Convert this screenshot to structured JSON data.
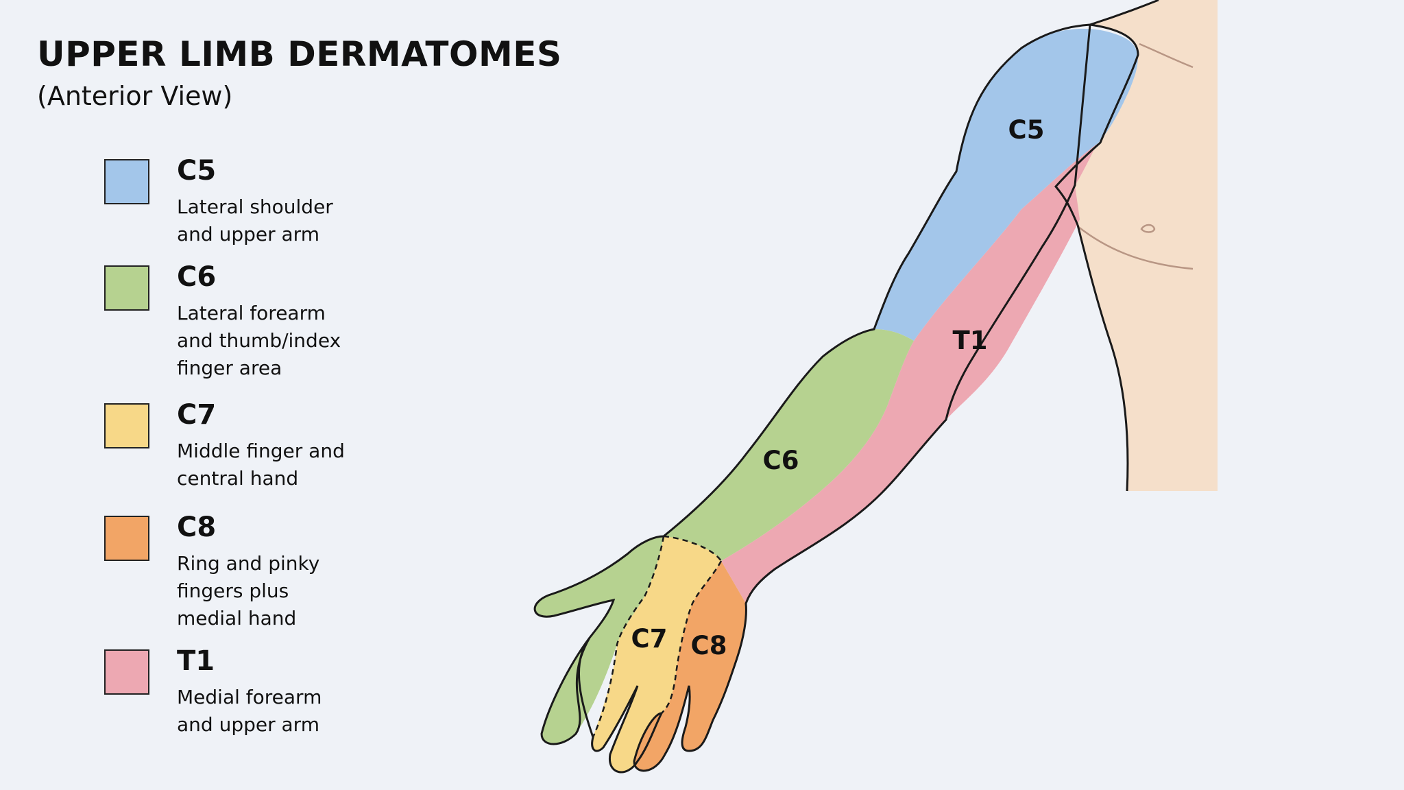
{
  "header": {
    "title": "UPPER LIMB DERMATOMES",
    "subtitle": "(Anterior View)"
  },
  "legend": {
    "items": [
      {
        "code": "C5",
        "description": "Lateral shoulder\nand upper arm",
        "color": "#a3c6ea"
      },
      {
        "code": "C6",
        "description": "Lateral forearm\nand thumb/index\nfinger area",
        "color": "#b6d290"
      },
      {
        "code": "C7",
        "description": "Middle finger and\ncentral hand",
        "color": "#f7d888"
      },
      {
        "code": "C8",
        "description": "Ring and pinky\nfingers plus\nmedial hand",
        "color": "#f2a566"
      },
      {
        "code": "T1",
        "description": "Medial forearm\nand upper arm",
        "color": "#eda8b2"
      }
    ]
  },
  "diagram": {
    "labels": {
      "c5": "C5",
      "t1": "T1",
      "c6": "C6",
      "c7": "C7",
      "c8": "C8"
    },
    "colors": {
      "skin": "#f5dfca",
      "outline": "#1a1a1a",
      "skin_line": "#b89684"
    }
  }
}
